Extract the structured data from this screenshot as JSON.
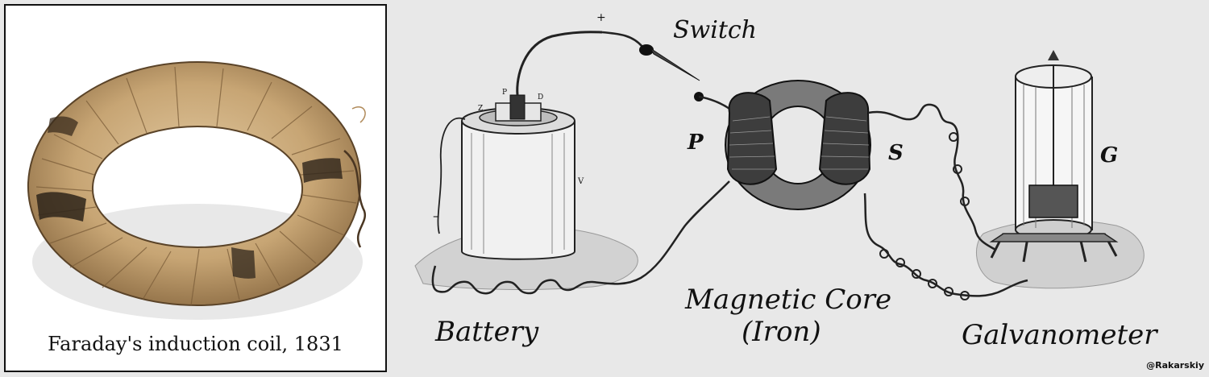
{
  "photo": {
    "caption": "Faraday's induction coil, 1831"
  },
  "diagram": {
    "labels": {
      "switch": "Switch",
      "battery": "Battery",
      "core_line1": "Magnetic Core",
      "core_line2": "(Iron)",
      "galvanometer": "Galvanometer",
      "primary": "P",
      "secondary": "S",
      "galvanometer_letter": "G",
      "plus": "+",
      "minus": "–",
      "battery_z": "Z",
      "battery_p": "P",
      "battery_d": "D",
      "battery_v": "V"
    }
  },
  "credit": "@Rakarskiy"
}
